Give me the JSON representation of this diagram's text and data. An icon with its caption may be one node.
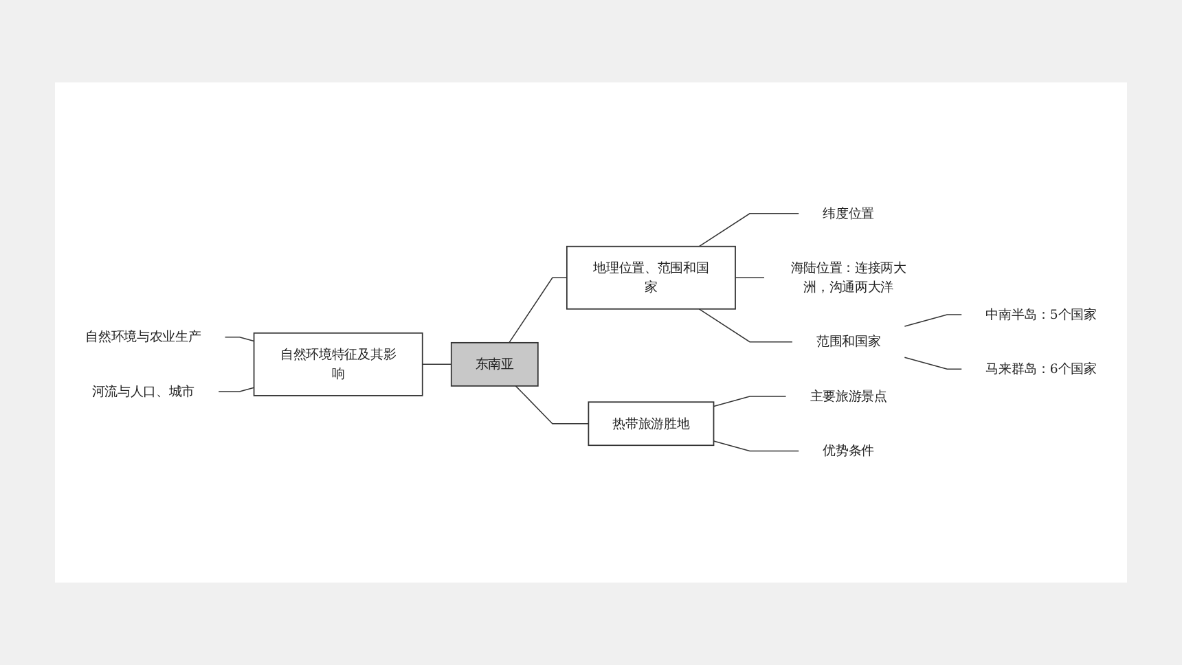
{
  "diagram": {
    "nodes": [
      {
        "text": [
          "自然环境与农业生产"
        ]
      },
      {
        "text": [
          "河流与人口、城市"
        ]
      },
      {
        "text": [
          "自然环境特征及其影响"
        ]
      },
      {
        "text": [
          "东南亚"
        ]
      },
      {
        "text": [
          "地理位置、范围和国家"
        ]
      },
      {
        "text": [
          "纬度位置"
        ]
      },
      {
        "text": [
          "海陆位置：连接两大洲，沟通两大洋"
        ]
      },
      {
        "text": [
          "范围和国家"
        ]
      },
      {
        "text": [
          "中南半岛：5个国家"
        ]
      },
      {
        "text": [
          "马来群岛：6个国家"
        ]
      },
      {
        "text": [
          "热带旅游胜地"
        ]
      },
      {
        "text": [
          "主要旅游景点"
        ]
      },
      {
        "text": [
          "优势条件"
        ]
      }
    ],
    "edges": [
      {
        "from": 0,
        "to": 2,
        "arrow": "none"
      },
      {
        "from": 1,
        "to": 2,
        "arrow": "none"
      },
      {
        "from": 2,
        "to": 3,
        "arrow": "none"
      },
      {
        "from": 3,
        "to": 4,
        "arrow": "none"
      },
      {
        "from": 3,
        "to": 10,
        "arrow": "none"
      },
      {
        "from": 4,
        "to": 5,
        "arrow": "none"
      },
      {
        "from": 4,
        "to": 6,
        "arrow": "none"
      },
      {
        "from": 4,
        "to": 7,
        "arrow": "none"
      },
      {
        "from": 7,
        "to": 8,
        "arrow": "none"
      },
      {
        "from": 7,
        "to": 9,
        "arrow": "none"
      },
      {
        "from": 10,
        "to": 11,
        "arrow": "none"
      },
      {
        "from": 10,
        "to": 12,
        "arrow": "none"
      }
    ]
  }
}
